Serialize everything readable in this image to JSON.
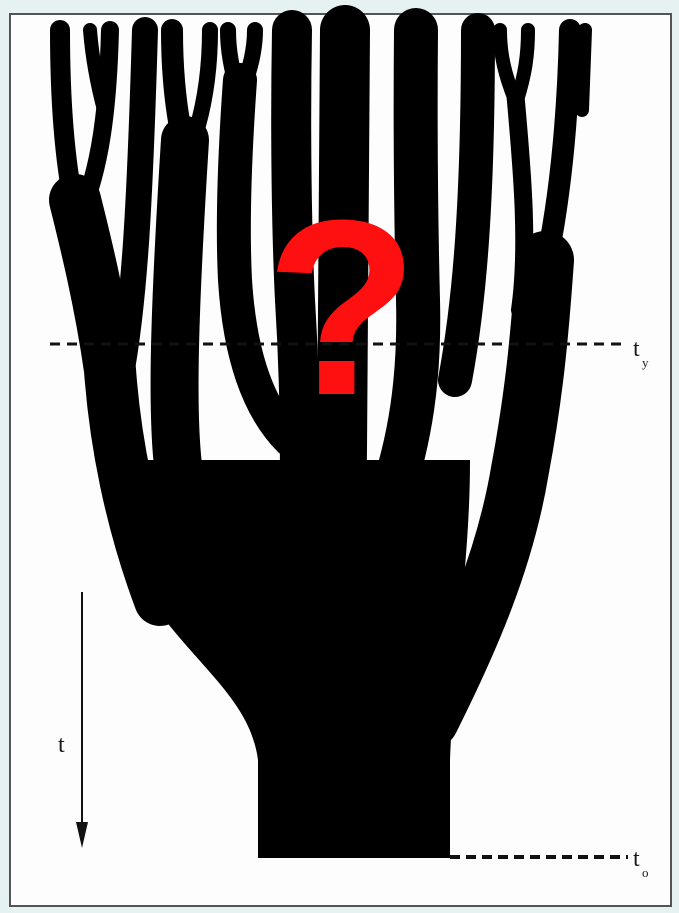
{
  "figure": {
    "colors": {
      "background": "#e6f1f1",
      "panel": "#fdfdfd",
      "tree": "#000000",
      "question_mark": "#ff1010"
    },
    "labels": {
      "time_axis": "t",
      "t_y_main": "t",
      "t_y_sub": "y",
      "t_0_main": "t",
      "t_0_sub": "o",
      "question_mark": "?"
    }
  }
}
